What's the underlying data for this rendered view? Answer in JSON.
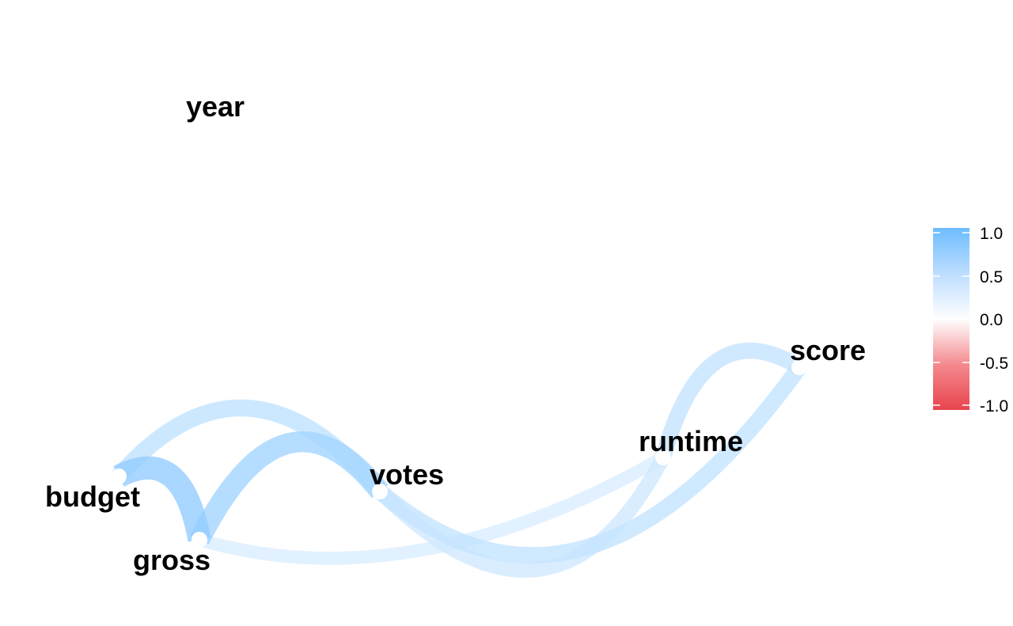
{
  "nodes": [
    {
      "id": "year",
      "label": "year"
    },
    {
      "id": "budget",
      "label": "budget"
    },
    {
      "id": "gross",
      "label": "gross"
    },
    {
      "id": "votes",
      "label": "votes"
    },
    {
      "id": "runtime",
      "label": "runtime"
    },
    {
      "id": "score",
      "label": "score"
    }
  ],
  "edges": [
    {
      "from": "budget",
      "to": "gross",
      "r": 0.74
    },
    {
      "from": "gross",
      "to": "votes",
      "r": 0.63
    },
    {
      "from": "budget",
      "to": "votes",
      "r": 0.44
    },
    {
      "from": "votes",
      "to": "score",
      "r": 0.41
    },
    {
      "from": "runtime",
      "to": "score",
      "r": 0.4
    },
    {
      "from": "votes",
      "to": "runtime",
      "r": 0.33
    },
    {
      "from": "gross",
      "to": "runtime",
      "r": 0.25
    }
  ],
  "legend": {
    "ticks": [
      "1.0",
      "0.5",
      "0.0",
      "-0.5",
      "-1.0"
    ],
    "positive_color": "#6DBCFF",
    "neutral_color": "#FFFFFF",
    "negative_color": "#E8444E"
  }
}
